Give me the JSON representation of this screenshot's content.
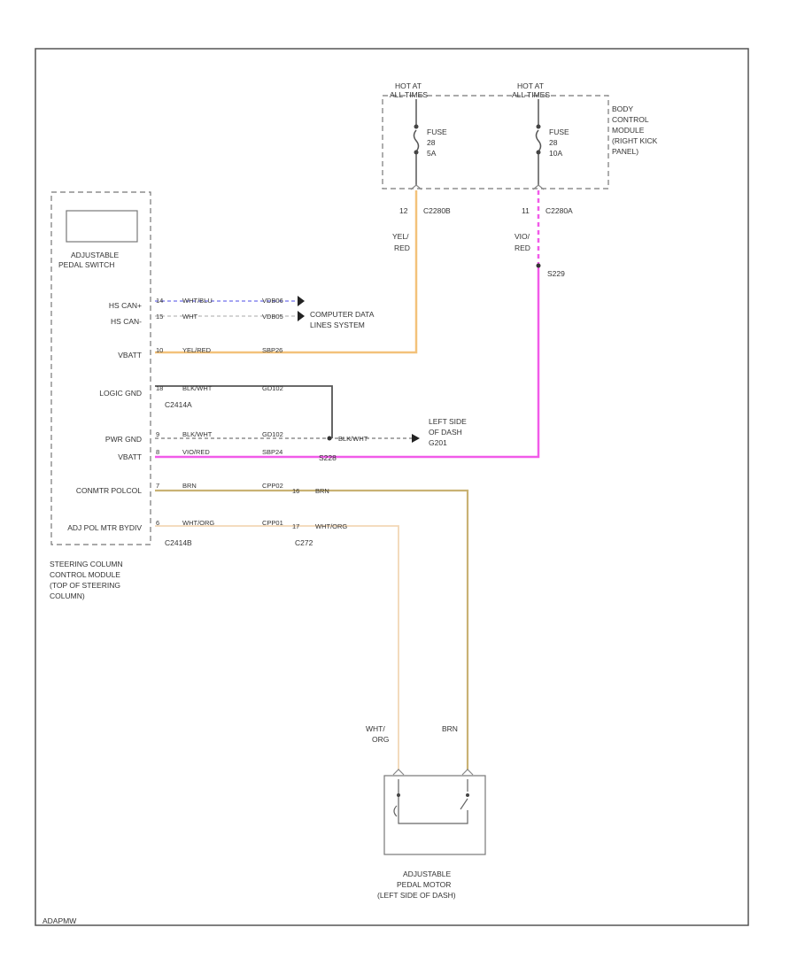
{
  "diagram_id": "ADAPMW",
  "fuse_box": {
    "hot_left": [
      "HOT AT",
      "ALL TIMES"
    ],
    "hot_right": [
      "HOT AT",
      "ALL TIMES"
    ],
    "fuse_left": [
      "FUSE",
      "28",
      "5A"
    ],
    "fuse_right": [
      "FUSE",
      "28",
      "10A"
    ],
    "module_label": [
      "BODY",
      "CONTROL",
      "MODULE",
      "(RIGHT KICK",
      "PANEL)"
    ],
    "pin_left": "12",
    "conn_left": "C2280B",
    "pin_right": "11",
    "conn_right": "C2280A"
  },
  "wire_color_labels": {
    "left_yel_red": [
      "YEL/",
      "RED"
    ],
    "right_vio_red": [
      "VIO/",
      "RED"
    ]
  },
  "splices": {
    "s228": "S228",
    "s229": "S229"
  },
  "switch": {
    "label": [
      "ADJUSTABLE",
      "PEDAL SWITCH"
    ],
    "module_label": [
      "STEERING COLUMN",
      "CONTROL MODULE",
      "(TOP OF STEERING",
      "COLUMN)"
    ]
  },
  "pins": [
    {
      "name": "HS CAN+",
      "pin": "14",
      "color": "WHT/BLU",
      "circuit": "VDB06"
    },
    {
      "name": "HS CAN-",
      "pin": "15",
      "color": "WHT",
      "circuit": "VDB05"
    },
    {
      "name": "VBATT",
      "pin": "10",
      "color": "YEL/RED",
      "circuit": "SBP26"
    },
    {
      "name": "LOGIC GND",
      "pin": "18",
      "color": "BLK/WHT",
      "circuit": "GD102"
    },
    {
      "name": "PWR GND",
      "pin": "9",
      "color": "BLK/WHT",
      "circuit": "GD102"
    },
    {
      "name": "VBATT",
      "pin": "8",
      "color": "VIO/RED",
      "circuit": "SBP24"
    },
    {
      "name": "CONMTR POLCOL",
      "pin": "7",
      "color": "BRN",
      "circuit": "CPP02"
    },
    {
      "name": "ADJ POL MTR BYDIV",
      "pin": "6",
      "color": "WHT/ORG",
      "circuit": "CPP01"
    }
  ],
  "connectors": {
    "c2414_top": "C2414A",
    "c2414_bottom": "C2414B",
    "c272": "C272",
    "c272_pin_brn": "16",
    "c272_pin_org": "17"
  },
  "ground_wire_label": "BLK/WHT",
  "ground_label": [
    "LEFT SIDE",
    "OF DASH",
    "G201"
  ],
  "data_link_label": [
    "COMPUTER DATA",
    "LINES SYSTEM"
  ],
  "downstream_wires": {
    "brn_after_c272": "BRN",
    "org_after_c272": "WHT/ORG",
    "motor_left_color": [
      "WHT/",
      "ORG"
    ],
    "motor_right_color": "BRN"
  },
  "motor": {
    "label": [
      "ADJUSTABLE",
      "PEDAL MOTOR",
      "(LEFT SIDE OF DASH)"
    ]
  },
  "colors": {
    "yel_red": "#f3c27a",
    "vio_red": "#f15be9",
    "wht_blu": "#8888ee",
    "blk_wht": "#444444",
    "brn": "#c9b274",
    "wht_org": "#f2d7b6"
  }
}
